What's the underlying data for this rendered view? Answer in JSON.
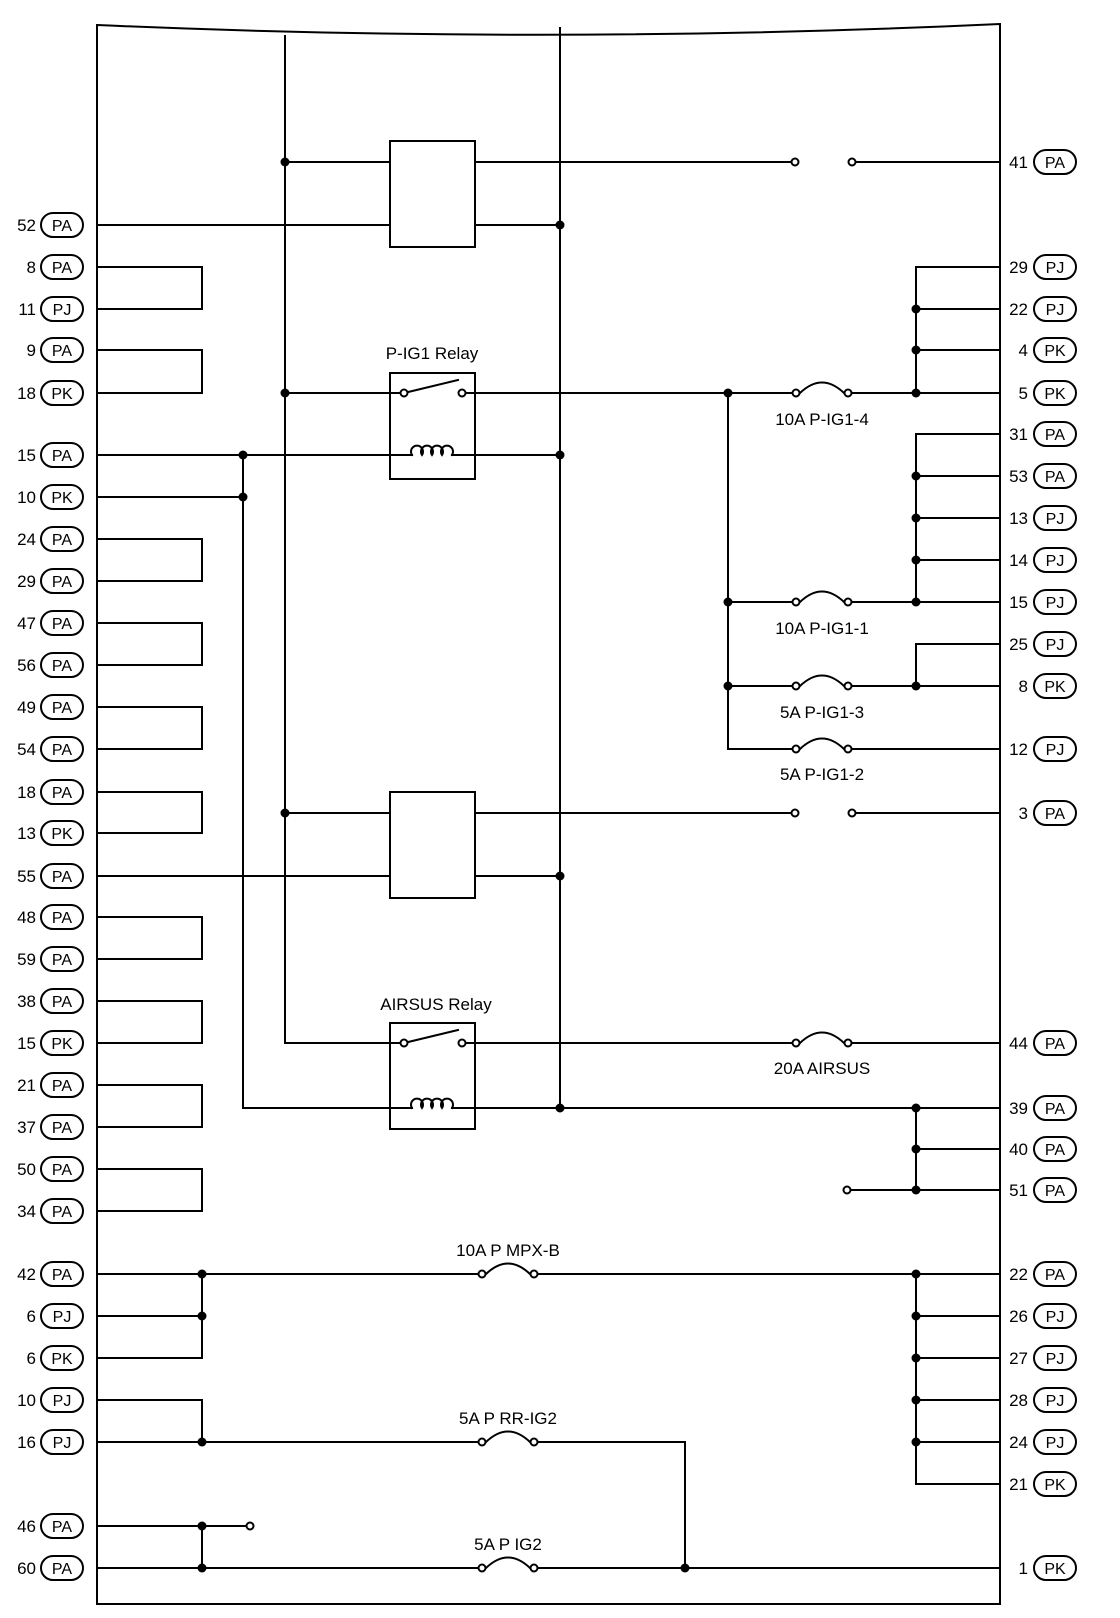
{
  "components": {
    "relay_ig1": "P-IG1 Relay",
    "relay_airsus": "AIRSUS Relay"
  },
  "fuses": {
    "f_ig1_4": "10A P-IG1-4",
    "f_ig1_1": "10A P-IG1-1",
    "f_ig1_3": "5A P-IG1-3",
    "f_ig1_2": "5A P-IG1-2",
    "f_airsus": "20A AIRSUS",
    "f_mpxb": "10A P MPX-B",
    "f_rrig2": "5A P RR-IG2",
    "f_ig2": "5A P IG2"
  },
  "left_pins": [
    {
      "pin": "52",
      "conn": "PA"
    },
    {
      "pin": "8",
      "conn": "PA"
    },
    {
      "pin": "11",
      "conn": "PJ"
    },
    {
      "pin": "9",
      "conn": "PA"
    },
    {
      "pin": "18",
      "conn": "PK"
    },
    {
      "pin": "15",
      "conn": "PA"
    },
    {
      "pin": "10",
      "conn": "PK"
    },
    {
      "pin": "24",
      "conn": "PA"
    },
    {
      "pin": "29",
      "conn": "PA"
    },
    {
      "pin": "47",
      "conn": "PA"
    },
    {
      "pin": "56",
      "conn": "PA"
    },
    {
      "pin": "49",
      "conn": "PA"
    },
    {
      "pin": "54",
      "conn": "PA"
    },
    {
      "pin": "18",
      "conn": "PA"
    },
    {
      "pin": "13",
      "conn": "PK"
    },
    {
      "pin": "55",
      "conn": "PA"
    },
    {
      "pin": "48",
      "conn": "PA"
    },
    {
      "pin": "59",
      "conn": "PA"
    },
    {
      "pin": "38",
      "conn": "PA"
    },
    {
      "pin": "15",
      "conn": "PK"
    },
    {
      "pin": "21",
      "conn": "PA"
    },
    {
      "pin": "37",
      "conn": "PA"
    },
    {
      "pin": "50",
      "conn": "PA"
    },
    {
      "pin": "34",
      "conn": "PA"
    },
    {
      "pin": "42",
      "conn": "PA"
    },
    {
      "pin": "6",
      "conn": "PJ"
    },
    {
      "pin": "6",
      "conn": "PK"
    },
    {
      "pin": "10",
      "conn": "PJ"
    },
    {
      "pin": "16",
      "conn": "PJ"
    },
    {
      "pin": "46",
      "conn": "PA"
    },
    {
      "pin": "60",
      "conn": "PA"
    }
  ],
  "right_pins": [
    {
      "pin": "41",
      "conn": "PA"
    },
    {
      "pin": "29",
      "conn": "PJ"
    },
    {
      "pin": "22",
      "conn": "PJ"
    },
    {
      "pin": "4",
      "conn": "PK"
    },
    {
      "pin": "5",
      "conn": "PK"
    },
    {
      "pin": "31",
      "conn": "PA"
    },
    {
      "pin": "53",
      "conn": "PA"
    },
    {
      "pin": "13",
      "conn": "PJ"
    },
    {
      "pin": "14",
      "conn": "PJ"
    },
    {
      "pin": "15",
      "conn": "PJ"
    },
    {
      "pin": "25",
      "conn": "PJ"
    },
    {
      "pin": "8",
      "conn": "PK"
    },
    {
      "pin": "12",
      "conn": "PJ"
    },
    {
      "pin": "3",
      "conn": "PA"
    },
    {
      "pin": "44",
      "conn": "PA"
    },
    {
      "pin": "39",
      "conn": "PA"
    },
    {
      "pin": "40",
      "conn": "PA"
    },
    {
      "pin": "51",
      "conn": "PA"
    },
    {
      "pin": "22",
      "conn": "PA"
    },
    {
      "pin": "26",
      "conn": "PJ"
    },
    {
      "pin": "27",
      "conn": "PJ"
    },
    {
      "pin": "28",
      "conn": "PJ"
    },
    {
      "pin": "24",
      "conn": "PJ"
    },
    {
      "pin": "21",
      "conn": "PK"
    },
    {
      "pin": "1",
      "conn": "PK"
    }
  ]
}
